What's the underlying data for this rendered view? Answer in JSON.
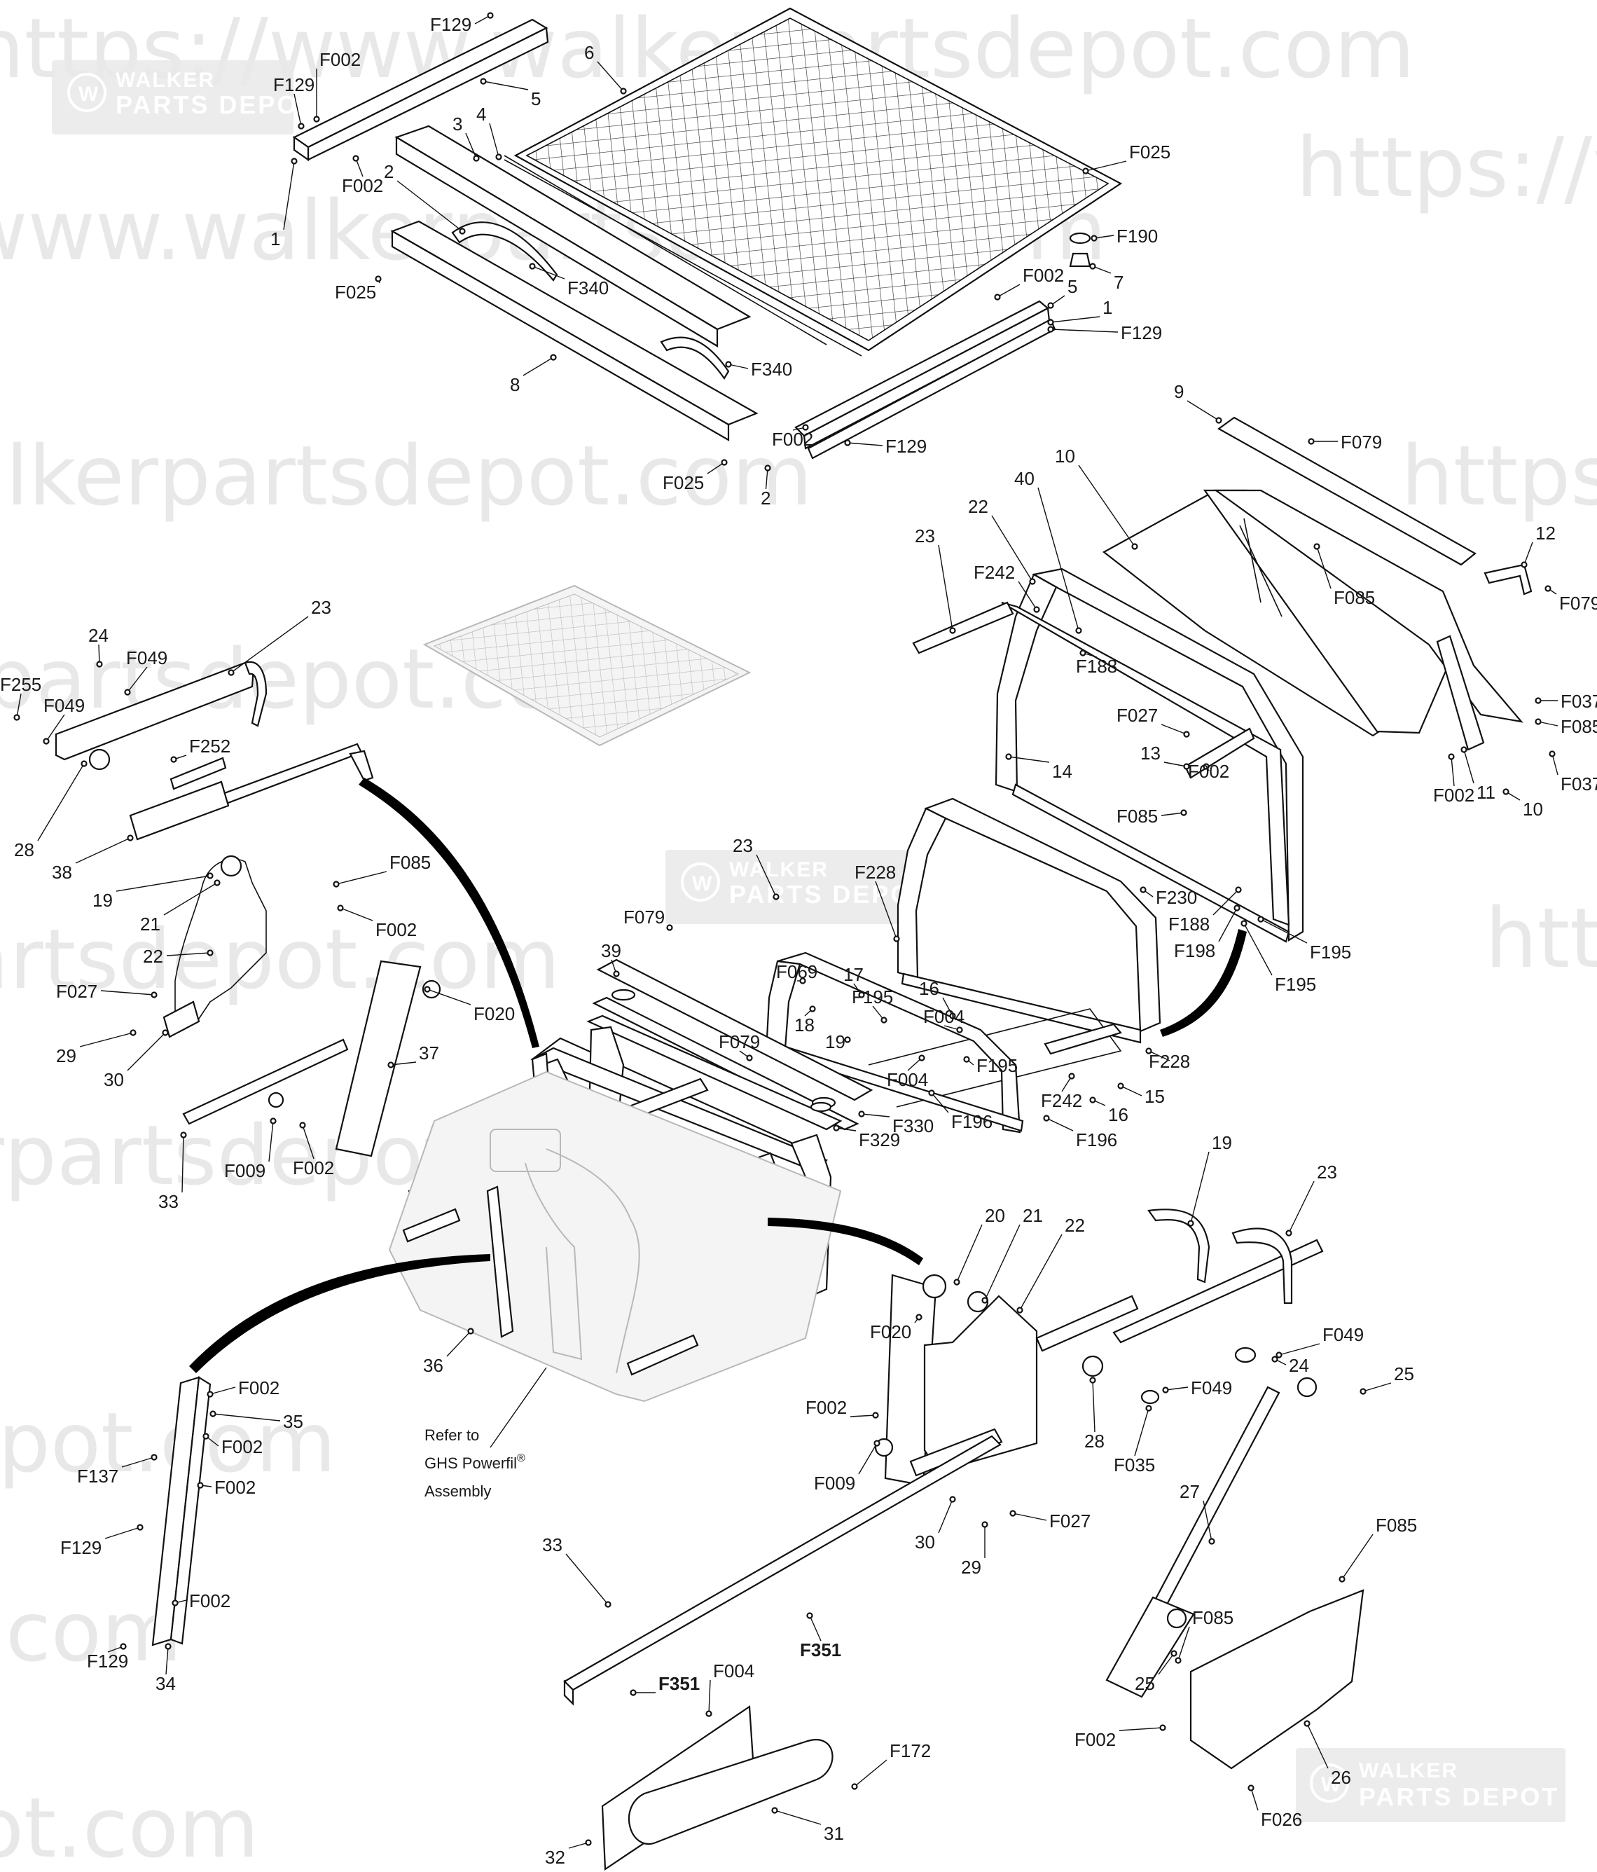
{
  "watermark": {
    "url_text": "https://www.walkerpartsdepot.com",
    "logo_brand": "WALKER",
    "logo_name": "PARTS DEPOT"
  },
  "note": {
    "line1": "Refer to",
    "line2": "GHS Powerfil",
    "line3": "Assembly",
    "registered": "®"
  },
  "labels": [
    {
      "id": "f129-a",
      "text": "F129"
    },
    {
      "id": "f002-a",
      "text": "F002"
    },
    {
      "id": "f129-b",
      "text": "F129"
    },
    {
      "id": "p5-a",
      "text": "5"
    },
    {
      "id": "p6",
      "text": "6"
    },
    {
      "id": "p3",
      "text": "3"
    },
    {
      "id": "p4",
      "text": "4"
    },
    {
      "id": "f002-b",
      "text": "F002"
    },
    {
      "id": "p2-a",
      "text": "2"
    },
    {
      "id": "p1-a",
      "text": "1"
    },
    {
      "id": "f025-a",
      "text": "F025"
    },
    {
      "id": "f340-a",
      "text": "F340"
    },
    {
      "id": "f025-b",
      "text": "F025"
    },
    {
      "id": "f190",
      "text": "F190"
    },
    {
      "id": "p7",
      "text": "7"
    },
    {
      "id": "f002-c",
      "text": "F002"
    },
    {
      "id": "p5-b",
      "text": "5"
    },
    {
      "id": "p1-b",
      "text": "1"
    },
    {
      "id": "f129-c",
      "text": "F129"
    },
    {
      "id": "p8",
      "text": "8"
    },
    {
      "id": "f340-b",
      "text": "F340"
    },
    {
      "id": "f002-d",
      "text": "F002"
    },
    {
      "id": "f129-d",
      "text": "F129"
    },
    {
      "id": "f025-c",
      "text": "F025"
    },
    {
      "id": "p2-b",
      "text": "2"
    },
    {
      "id": "p9",
      "text": "9"
    },
    {
      "id": "f079-a",
      "text": "F079"
    },
    {
      "id": "p10-a",
      "text": "10"
    },
    {
      "id": "p40",
      "text": "40"
    },
    {
      "id": "p22-a",
      "text": "22"
    },
    {
      "id": "p23-a",
      "text": "23"
    },
    {
      "id": "f242-a",
      "text": "F242"
    },
    {
      "id": "p12",
      "text": "12"
    },
    {
      "id": "f085-a",
      "text": "F085"
    },
    {
      "id": "f079-b",
      "text": "F079"
    },
    {
      "id": "f188-a",
      "text": "F188"
    },
    {
      "id": "f037-a",
      "text": "F037"
    },
    {
      "id": "f085-b",
      "text": "F085"
    },
    {
      "id": "f027-a",
      "text": "F027"
    },
    {
      "id": "p13",
      "text": "13"
    },
    {
      "id": "f037-b",
      "text": "F037"
    },
    {
      "id": "p14",
      "text": "14"
    },
    {
      "id": "f002-e",
      "text": "F002"
    },
    {
      "id": "f085-c",
      "text": "F085"
    },
    {
      "id": "f002-f",
      "text": "F002"
    },
    {
      "id": "p11",
      "text": "11"
    },
    {
      "id": "p10-b",
      "text": "10"
    },
    {
      "id": "p23-b",
      "text": "23"
    },
    {
      "id": "p24-a",
      "text": "24"
    },
    {
      "id": "f049-a",
      "text": "F049"
    },
    {
      "id": "f255",
      "text": "F255"
    },
    {
      "id": "f049-b",
      "text": "F049"
    },
    {
      "id": "f252",
      "text": "F252"
    },
    {
      "id": "p28-a",
      "text": "28"
    },
    {
      "id": "p38",
      "text": "38"
    },
    {
      "id": "p19-a",
      "text": "19"
    },
    {
      "id": "f085-d",
      "text": "F085"
    },
    {
      "id": "p21-a",
      "text": "21"
    },
    {
      "id": "f002-g",
      "text": "F002"
    },
    {
      "id": "p22-b",
      "text": "22"
    },
    {
      "id": "f027-b",
      "text": "F027"
    },
    {
      "id": "f020-a",
      "text": "F020"
    },
    {
      "id": "p29-a",
      "text": "29"
    },
    {
      "id": "p30-a",
      "text": "30"
    },
    {
      "id": "p37",
      "text": "37"
    },
    {
      "id": "f009-a",
      "text": "F009"
    },
    {
      "id": "f002-h",
      "text": "F002"
    },
    {
      "id": "p33-a",
      "text": "33"
    },
    {
      "id": "p23-c",
      "text": "23"
    },
    {
      "id": "f228-a",
      "text": "F228"
    },
    {
      "id": "f230",
      "text": "F230"
    },
    {
      "id": "f188-b",
      "text": "F188"
    },
    {
      "id": "f198",
      "text": "F198"
    },
    {
      "id": "f195-a",
      "text": "F195"
    },
    {
      "id": "f195-b",
      "text": "F195"
    },
    {
      "id": "f079-c",
      "text": "F079"
    },
    {
      "id": "p39",
      "text": "39"
    },
    {
      "id": "f069",
      "text": "F069"
    },
    {
      "id": "p17",
      "text": "17"
    },
    {
      "id": "p16-a",
      "text": "16"
    },
    {
      "id": "f195-c",
      "text": "F195"
    },
    {
      "id": "p18",
      "text": "18"
    },
    {
      "id": "f004-a",
      "text": "F004"
    },
    {
      "id": "p19-b",
      "text": "19"
    },
    {
      "id": "f079-d",
      "text": "F079"
    },
    {
      "id": "f195-d",
      "text": "F195"
    },
    {
      "id": "f228-b",
      "text": "F228"
    },
    {
      "id": "f004-b",
      "text": "F004"
    },
    {
      "id": "p15",
      "text": "15"
    },
    {
      "id": "f242-b",
      "text": "F242"
    },
    {
      "id": "p16-b",
      "text": "16"
    },
    {
      "id": "f196-a",
      "text": "F196"
    },
    {
      "id": "f329",
      "text": "F329"
    },
    {
      "id": "f330",
      "text": "F330"
    },
    {
      "id": "f196-b",
      "text": "F196"
    },
    {
      "id": "p20",
      "text": "20"
    },
    {
      "id": "p21-b",
      "text": "21"
    },
    {
      "id": "p22-c",
      "text": "22"
    },
    {
      "id": "p19-c",
      "text": "19"
    },
    {
      "id": "p23-d",
      "text": "23"
    },
    {
      "id": "f020-b",
      "text": "F020"
    },
    {
      "id": "f049-c",
      "text": "F049"
    },
    {
      "id": "p24-b",
      "text": "24"
    },
    {
      "id": "p25-a",
      "text": "25"
    },
    {
      "id": "f049-d",
      "text": "F049"
    },
    {
      "id": "p36",
      "text": "36"
    },
    {
      "id": "f002-i",
      "text": "F002"
    },
    {
      "id": "p28-b",
      "text": "28"
    },
    {
      "id": "f035",
      "text": "F035"
    },
    {
      "id": "f009-b",
      "text": "F009"
    },
    {
      "id": "p27",
      "text": "27"
    },
    {
      "id": "f002-j",
      "text": "F002"
    },
    {
      "id": "p35",
      "text": "35"
    },
    {
      "id": "f002-k",
      "text": "F002"
    },
    {
      "id": "f137",
      "text": "F137"
    },
    {
      "id": "f002-l",
      "text": "F002"
    },
    {
      "id": "f129-e",
      "text": "F129"
    },
    {
      "id": "p30-b",
      "text": "30"
    },
    {
      "id": "f027-c",
      "text": "F027"
    },
    {
      "id": "p29-b",
      "text": "29"
    },
    {
      "id": "f085-e",
      "text": "F085"
    },
    {
      "id": "p33-b",
      "text": "33"
    },
    {
      "id": "f351-a",
      "text": "F351"
    },
    {
      "id": "f002-m",
      "text": "F002"
    },
    {
      "id": "f129-f",
      "text": "F129"
    },
    {
      "id": "p34",
      "text": "34"
    },
    {
      "id": "f085-f",
      "text": "F085"
    },
    {
      "id": "p25-b",
      "text": "25"
    },
    {
      "id": "f351-b",
      "text": "F351"
    },
    {
      "id": "f004-c",
      "text": "F004"
    },
    {
      "id": "f172",
      "text": "F172"
    },
    {
      "id": "f002-n",
      "text": "F002"
    },
    {
      "id": "p26",
      "text": "26"
    },
    {
      "id": "f026",
      "text": "F026"
    },
    {
      "id": "p31",
      "text": "31"
    },
    {
      "id": "p32",
      "text": "32"
    }
  ]
}
